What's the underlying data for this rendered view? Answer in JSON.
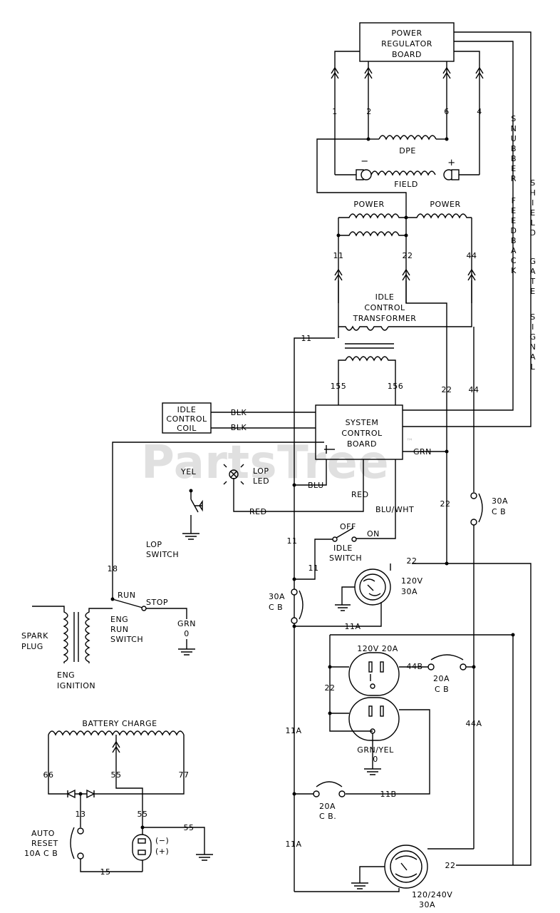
{
  "watermark": "PartsTree",
  "trademark": "™",
  "blocks": {
    "power_regulator_board": [
      "POWER",
      "REGULATOR",
      "BOARD"
    ],
    "system_control_board": [
      "SYSTEM",
      "CONTROL",
      "BOARD"
    ],
    "idle_control_coil": [
      "IDLE",
      "CONTROL",
      "COIL"
    ],
    "idle_control_transformer": [
      "IDLE",
      "CONTROL",
      "TRANSFORMER"
    ]
  },
  "coils": {
    "dpe": "DPE",
    "field": "FIELD",
    "field_minus": "−",
    "field_plus": "+",
    "power": "POWER",
    "battery_charge": "BATTERY CHARGE"
  },
  "vertical_labels": {
    "snubber": "SNUBBER",
    "feedback": "FEEDBACK",
    "shield": "SHIELD",
    "gate": "GATE",
    "signal": "SIGNAL"
  },
  "wire_numbers": {
    "w1": "1",
    "w2": "2",
    "w6": "6",
    "w4": "4",
    "w11_top": "11",
    "w22_top": "22",
    "w44_top": "44",
    "w11_left": "11",
    "w155": "155",
    "w156": "156",
    "w22_mid": "22",
    "w44_mid": "44",
    "w22_lower": "22",
    "w11_mid": "11",
    "w11_switch": "11",
    "w18": "18",
    "w22_h": "22",
    "w11a_top": "11A",
    "w44b": "44B",
    "w22_recept": "22",
    "w11a_mid": "11A",
    "w44a": "44A",
    "w11b": "11B",
    "w11a_low": "11A",
    "w22_bottom": "22",
    "w66": "66",
    "w55": "55",
    "w77": "77",
    "w13": "13",
    "w55b": "55",
    "w55c": "55",
    "w15": "15"
  },
  "wire_colors": {
    "blk1": "BLK",
    "blk2": "BLK",
    "grn": "GRN",
    "yel": "YEL",
    "blu": "BLU",
    "red1": "RED",
    "red2": "RED",
    "blu_wht": "BLU/WHT",
    "grn_yel": "GRN/YEL",
    "grn_run": "GRN"
  },
  "components": {
    "lop_led": [
      "LOP",
      "LED"
    ],
    "lop_switch": [
      "LOP",
      "SWITCH"
    ],
    "idle_switch_off": "OFF",
    "idle_switch_on": "ON",
    "idle_switch": [
      "IDLE",
      "SWITCH"
    ],
    "cb30_right": [
      "30A",
      "C B"
    ],
    "cb30_left": [
      "30A",
      "C B"
    ],
    "recept_120_30": [
      "120V",
      "30A"
    ],
    "recept_120_20": "120V 20A",
    "cb20_right": [
      "20A",
      "C B"
    ],
    "cb20_left": [
      "20A",
      "C B."
    ],
    "ground_zero": "0",
    "ground_zero_run": "0",
    "recept_120_240": [
      "120/240V",
      "30A"
    ],
    "run": "RUN",
    "stop": "STOP",
    "eng_run_switch": [
      "ENG",
      "RUN",
      "SWITCH"
    ],
    "spark_plug": [
      "SPARK",
      "PLUG"
    ],
    "eng_ignition": [
      "ENG",
      "IGNITION"
    ],
    "auto_reset": [
      "AUTO",
      "RESET",
      "10A C B"
    ],
    "battery_minus": "(−)",
    "battery_plus": "(+)"
  }
}
